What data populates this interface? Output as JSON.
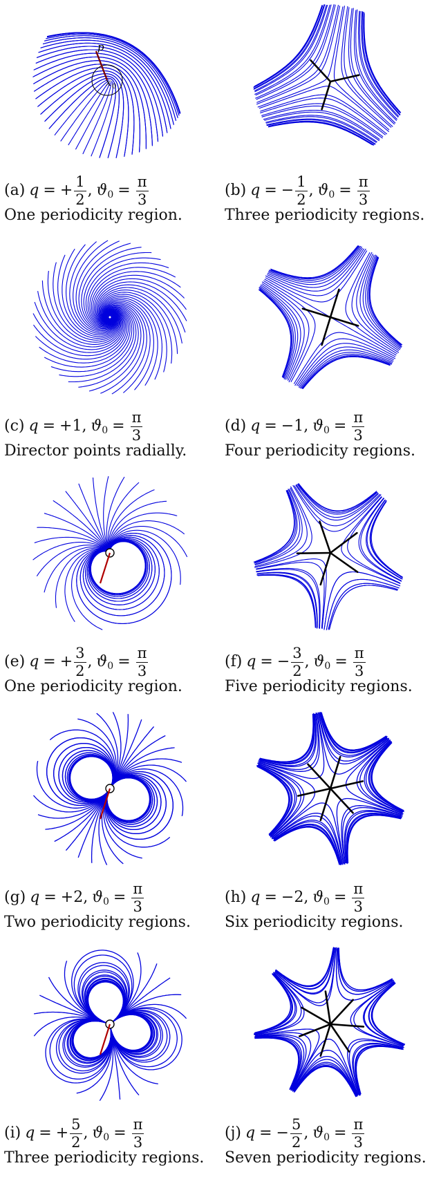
{
  "panels": [
    {
      "id": "a",
      "q": 0.5,
      "tag": "(a)",
      "q_sign": "+",
      "q_num": "1",
      "q_den": "2",
      "q_whole": "",
      "theta_num": "π",
      "theta_den": "3",
      "description": "One periodicity region.",
      "has_director_annotation": true,
      "p_label": "p",
      "x0_label": "x",
      "x0_sub": "0"
    },
    {
      "id": "b",
      "q": -0.5,
      "tag": "(b)",
      "q_sign": "−",
      "q_num": "1",
      "q_den": "2",
      "q_whole": "",
      "theta_num": "π",
      "theta_den": "3",
      "description": "Three periodicity regions."
    },
    {
      "id": "c",
      "q": 1,
      "tag": "(c)",
      "q_sign": "+",
      "q_num": "",
      "q_den": "",
      "q_whole": "1",
      "theta_num": "π",
      "theta_den": "3",
      "description": "Director points radially."
    },
    {
      "id": "d",
      "q": -1,
      "tag": "(d)",
      "q_sign": "−",
      "q_num": "",
      "q_den": "",
      "q_whole": "1",
      "theta_num": "π",
      "theta_den": "3",
      "description": "Four periodicity regions."
    },
    {
      "id": "e",
      "q": 1.5,
      "tag": "(e)",
      "q_sign": "+",
      "q_num": "3",
      "q_den": "2",
      "q_whole": "",
      "theta_num": "π",
      "theta_den": "3",
      "description": "One periodicity region."
    },
    {
      "id": "f",
      "q": -1.5,
      "tag": "(f)",
      "q_sign": "−",
      "q_num": "3",
      "q_den": "2",
      "q_whole": "",
      "theta_num": "π",
      "theta_den": "3",
      "description": "Five periodicity regions."
    },
    {
      "id": "g",
      "q": 2,
      "tag": "(g)",
      "q_sign": "+",
      "q_num": "",
      "q_den": "",
      "q_whole": "2",
      "theta_num": "π",
      "theta_den": "3",
      "description": "Two periodicity regions."
    },
    {
      "id": "h",
      "q": -2,
      "tag": "(h)",
      "q_sign": "−",
      "q_num": "",
      "q_den": "",
      "q_whole": "2",
      "theta_num": "π",
      "theta_den": "3",
      "description": "Six periodicity regions."
    },
    {
      "id": "i",
      "q": 2.5,
      "tag": "(i)",
      "q_sign": "+",
      "q_num": "5",
      "q_den": "2",
      "q_whole": "",
      "theta_num": "π",
      "theta_den": "3",
      "description": "Three periodicity regions."
    },
    {
      "id": "j",
      "q": -2.5,
      "tag": "(j)",
      "q_sign": "−",
      "q_num": "5",
      "q_den": "2",
      "q_whole": "",
      "theta_num": "π",
      "theta_den": "3",
      "description": "Seven periodicity regions."
    }
  ],
  "symbols": {
    "q": "q",
    "equals": "=",
    "theta": "ϑ",
    "theta_sub": "0",
    "comma": ","
  },
  "colors": {
    "field_line": "#0000dd",
    "singular_line": "#000000",
    "red_line": "#b00000",
    "background": "#ffffff"
  }
}
